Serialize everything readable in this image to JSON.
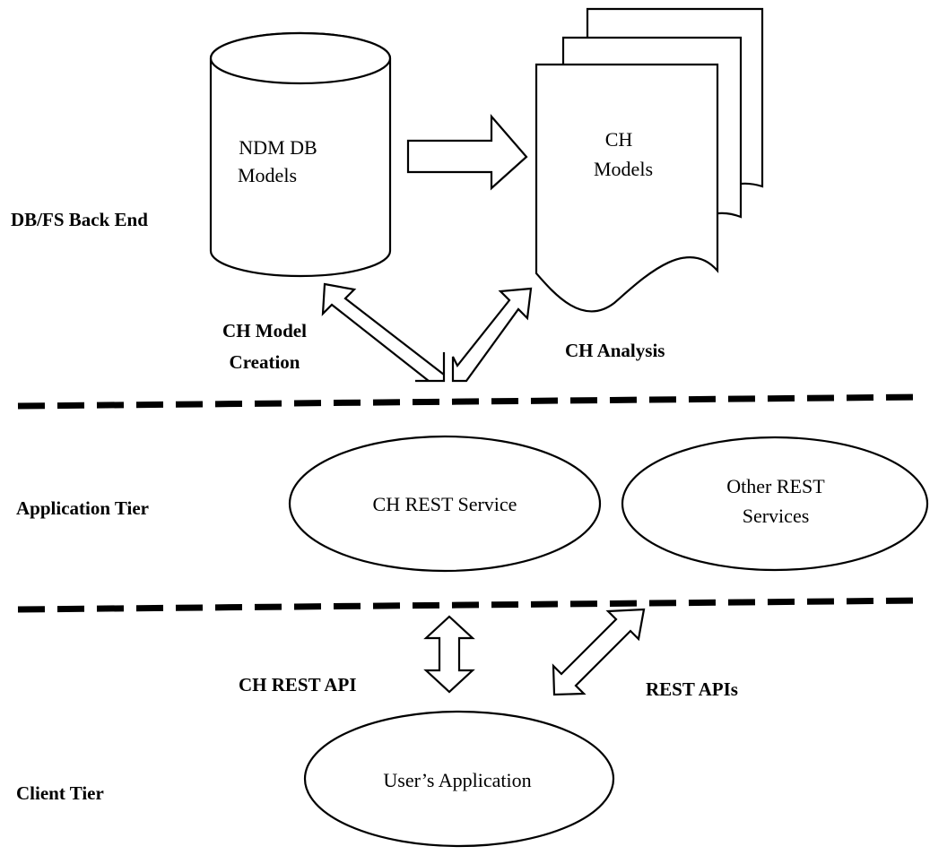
{
  "tiers": {
    "backend": "DB/FS Back End",
    "application": "Application Tier",
    "client": "Client Tier"
  },
  "nodes": {
    "ndm_db": [
      "NDM DB",
      "Models"
    ],
    "ch_models": [
      "CH",
      "Models"
    ],
    "ch_rest_service": "CH REST Service",
    "other_rest": [
      "Other REST",
      "Services"
    ],
    "users_app": "User’s Application"
  },
  "edges": {
    "ch_model_creation": [
      "CH Model",
      "Creation"
    ],
    "ch_analysis": "CH Analysis",
    "ch_rest_api": "CH REST API",
    "rest_apis": "REST APIs"
  }
}
